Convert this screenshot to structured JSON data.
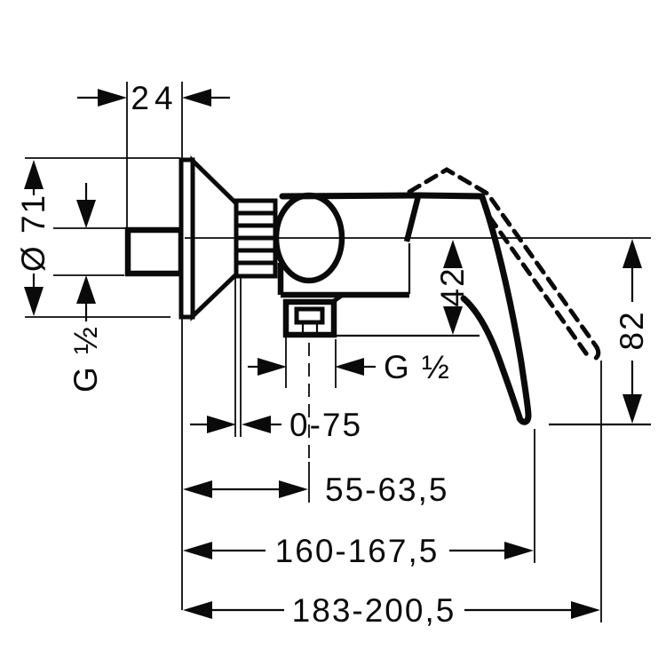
{
  "drawing": {
    "type": "fixture-installation-dimension-drawing",
    "colors": {
      "line": "#0a0a0a",
      "background": "#ffffff"
    },
    "labels": {
      "nipple_length": "24",
      "escutcheon_diameter": "Ø 71",
      "inlet_thread": "G ½",
      "outlet_drop": "42",
      "handle_drop": "82",
      "outlet_thread": "G ½",
      "adjustment_range": "0-75",
      "outlet_center_depth": "55-63,5",
      "handle_depth": "160-167,5",
      "overall_depth": "183-200,5"
    }
  }
}
